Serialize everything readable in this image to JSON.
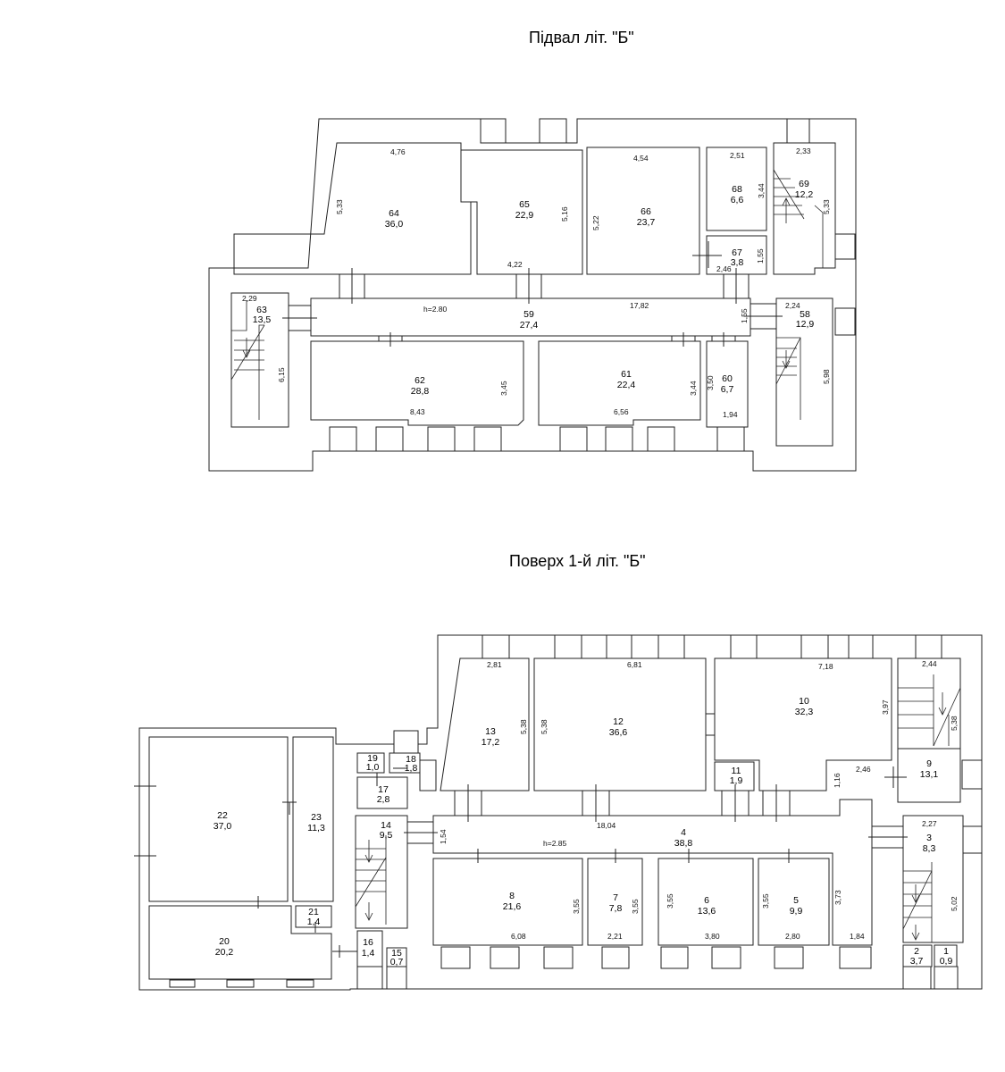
{
  "titles": {
    "basement": "Підвал літ. \"Б\"",
    "floor1": "Поверх 1-й літ. \"Б\""
  },
  "basement": {
    "height_label": "h=2.80",
    "rooms": [
      {
        "id": "64",
        "num": "64",
        "area": "36,0"
      },
      {
        "id": "65",
        "num": "65",
        "area": "22,9"
      },
      {
        "id": "66",
        "num": "66",
        "area": "23,7"
      },
      {
        "id": "68",
        "num": "68",
        "area": "6,6"
      },
      {
        "id": "69",
        "num": "69",
        "area": "12,2"
      },
      {
        "id": "67",
        "num": "67",
        "area": "3,8"
      },
      {
        "id": "63",
        "num": "63",
        "area": "13,5"
      },
      {
        "id": "59",
        "num": "59",
        "area": "27,4"
      },
      {
        "id": "58",
        "num": "58",
        "area": "12,9"
      },
      {
        "id": "62",
        "num": "62",
        "area": "28,8"
      },
      {
        "id": "61",
        "num": "61",
        "area": "22,4"
      },
      {
        "id": "60",
        "num": "60",
        "area": "6,7"
      }
    ],
    "dims": [
      "4,76",
      "5,33",
      "5,16",
      "4,22",
      "4,54",
      "5,22",
      "2,51",
      "3,44",
      "2,33",
      "5,33",
      "1,55",
      "2,46",
      "2,29",
      "6,15",
      "17,82",
      "1,55",
      "2,24",
      "5,98",
      "3,45",
      "8,43",
      "3,44",
      "6,56",
      "3,50",
      "1,94"
    ]
  },
  "floor1": {
    "height_label": "h=2.85",
    "rooms": [
      {
        "id": "13",
        "num": "13",
        "area": "17,2"
      },
      {
        "id": "12",
        "num": "12",
        "area": "36,6"
      },
      {
        "id": "10",
        "num": "10",
        "area": "32,3"
      },
      {
        "id": "9",
        "num": "9",
        "area": "13,1"
      },
      {
        "id": "11",
        "num": "11",
        "area": "1,9"
      },
      {
        "id": "19",
        "num": "19",
        "area": "1,0"
      },
      {
        "id": "18",
        "num": "18",
        "area": "1,8"
      },
      {
        "id": "17",
        "num": "17",
        "area": "2,8"
      },
      {
        "id": "22",
        "num": "22",
        "area": "37,0"
      },
      {
        "id": "23",
        "num": "23",
        "area": "11,3"
      },
      {
        "id": "14",
        "num": "14",
        "area": "9,5"
      },
      {
        "id": "4",
        "num": "4",
        "area": "38,8"
      },
      {
        "id": "3",
        "num": "3",
        "area": "8,3"
      },
      {
        "id": "8",
        "num": "8",
        "area": "21,6"
      },
      {
        "id": "7",
        "num": "7",
        "area": "7,8"
      },
      {
        "id": "6",
        "num": "6",
        "area": "13,6"
      },
      {
        "id": "5",
        "num": "5",
        "area": "9,9"
      },
      {
        "id": "21",
        "num": "21",
        "area": "1,4"
      },
      {
        "id": "20",
        "num": "20",
        "area": "20,2"
      },
      {
        "id": "16",
        "num": "16",
        "area": "1,4"
      },
      {
        "id": "15",
        "num": "15",
        "area": "0,7"
      },
      {
        "id": "2",
        "num": "2",
        "area": "3,7"
      },
      {
        "id": "1",
        "num": "1",
        "area": "0,9"
      }
    ],
    "dims": [
      "2,81",
      "5,38",
      "5,38",
      "6,81",
      "7,18",
      "3,97",
      "2,44",
      "5,38",
      "1,16",
      "2,46",
      "18,04",
      "1,54",
      "2,27",
      "5,02",
      "3,55",
      "6,08",
      "3,55",
      "2,21",
      "3,55",
      "3,80",
      "3,55",
      "2,80",
      "3,73",
      "1,84"
    ]
  }
}
